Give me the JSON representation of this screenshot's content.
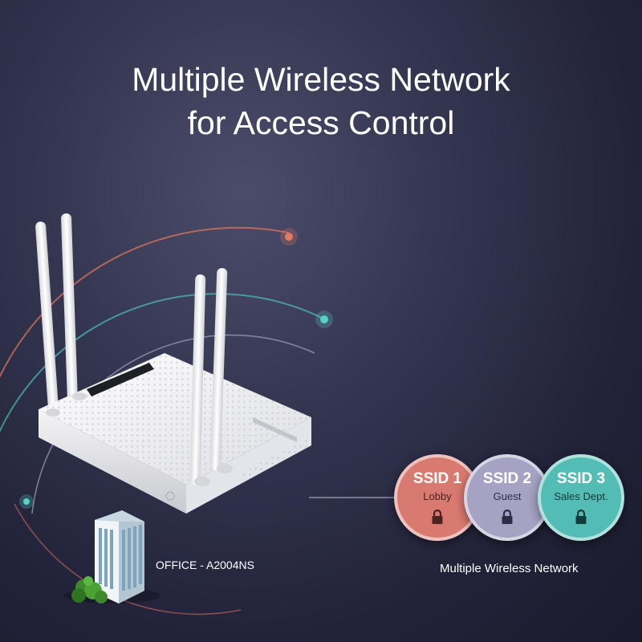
{
  "headline": {
    "line1": "Multiple Wireless Network",
    "line2": "for Access Control"
  },
  "ssids": [
    {
      "name": "SSID 1",
      "label": "Lobby",
      "color": "#d97a70"
    },
    {
      "name": "SSID 2",
      "label": "Guest",
      "color": "#a6a2c4"
    },
    {
      "name": "SSID 3",
      "label": "Sales Dept.",
      "color": "#53bcb4"
    }
  ],
  "caption": "Multiple Wireless Network",
  "office_label": "OFFICE - A2004NS",
  "icons": {
    "lock": "lock-icon",
    "building": "office-building-icon",
    "router": "router-image"
  },
  "colors": {
    "background": "#2a2b44",
    "arc_orange": "#d9735c",
    "arc_teal": "#4fbfb6"
  }
}
